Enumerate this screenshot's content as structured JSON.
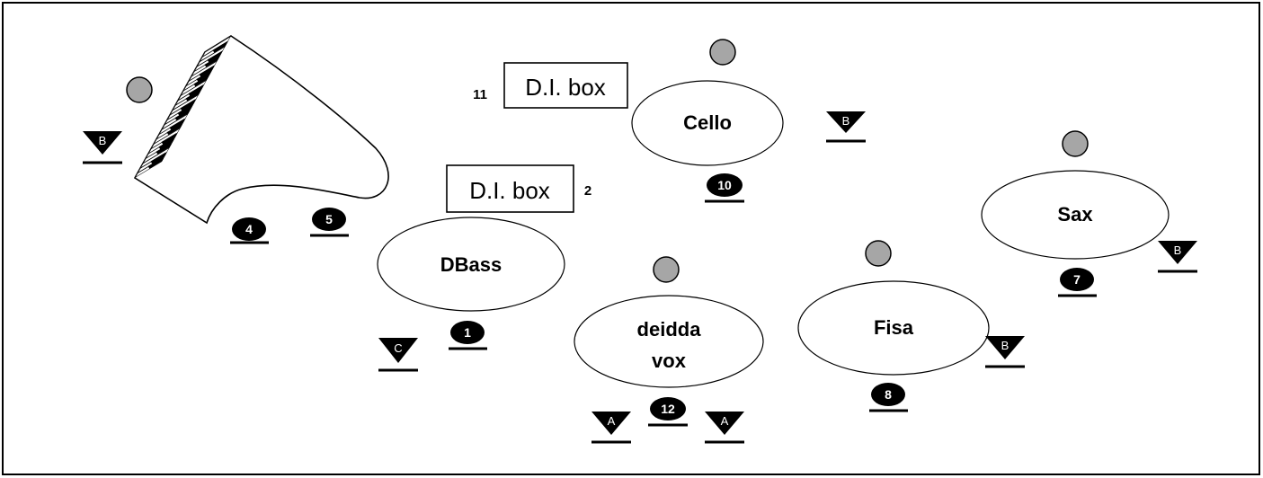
{
  "instruments": {
    "cello": "Cello",
    "dbass": "DBass",
    "deidda_line1": "deidda",
    "deidda_line2": "vox",
    "fisa": "Fisa",
    "sax": "Sax"
  },
  "di_boxes": {
    "box1": {
      "label": "D.I. box",
      "channel": "11"
    },
    "box2": {
      "label": "D.I. box",
      "channel": "2"
    }
  },
  "mics": {
    "piano_low": "4",
    "piano_high": "5",
    "dbass": "1",
    "cello": "10",
    "sax": "7",
    "fisa": "8",
    "vox": "12"
  },
  "monitors": {
    "piano": "B",
    "cello": "B",
    "dbass": "C",
    "vox_left": "A",
    "vox_right": "A",
    "fisa": "B",
    "sax": "B"
  },
  "colors": {
    "player_circle": "#a6a6a6",
    "mic_fill": "#000000",
    "line": "#000000"
  }
}
